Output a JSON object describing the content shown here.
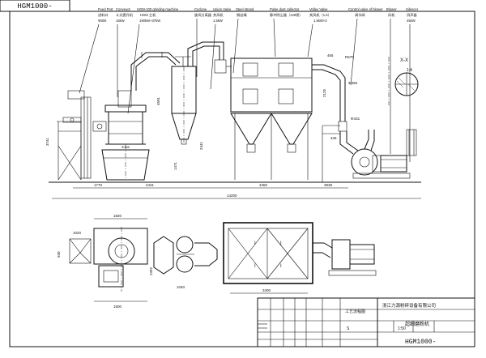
{
  "drawing_no": "HGM1000-",
  "top_labels": [
    {
      "en": "Feed Port",
      "cn": "进料口",
      "spec": "Φ800"
    },
    {
      "en": "Conveyor",
      "cn": "斗式提升机",
      "spec": "15kW"
    },
    {
      "en": "HGM-100 grinding machine",
      "cn": "HGM 主机",
      "spec": "190kW+37kW"
    },
    {
      "en": "Cyclone",
      "cn": "旋风分离器",
      "spec": ""
    },
    {
      "en": "Union Valve",
      "cn": "关风机",
      "spec": "1.5kW"
    },
    {
      "en": "Steel strand",
      "cn": "钢丝绳",
      "spec": ""
    },
    {
      "en": "Pulse dust collector",
      "cn": "脉冲除尘器（128袋）",
      "spec": ""
    },
    {
      "en": "Volley Valve",
      "cn": "关风机（1.5）",
      "spec": "1.5kW×2"
    },
    {
      "en": "Control valve of blower",
      "cn": "调节阀",
      "spec": ""
    },
    {
      "en": "Blower",
      "cn": "风机",
      "spec": ""
    },
    {
      "en": "Silencer",
      "cn": "消声器",
      "spec": "45kW"
    }
  ],
  "dimensions": {
    "elev": [
      "1770",
      "2431",
      "3450",
      "3938"
    ],
    "total": "14200",
    "heights": [
      "4591",
      "2441",
      "3741",
      "1471",
      "2125"
    ],
    "plan": [
      "1820",
      "1020",
      "930",
      "2392",
      "1040",
      "3400",
      "1500"
    ],
    "misc": [
      "465",
      "R675",
      "Φ450",
      "Φ431",
      "Φ185",
      "345"
    ]
  },
  "section": {
    "label": "X-X",
    "ratio": "1:4"
  },
  "title_block": {
    "company": "浙江力源粉碎设备有限公司",
    "drawing_title": "HGM1000-",
    "product": "超细磨粉机",
    "process_label": "工艺流程图",
    "scale": "1:50",
    "sheet": "S"
  }
}
